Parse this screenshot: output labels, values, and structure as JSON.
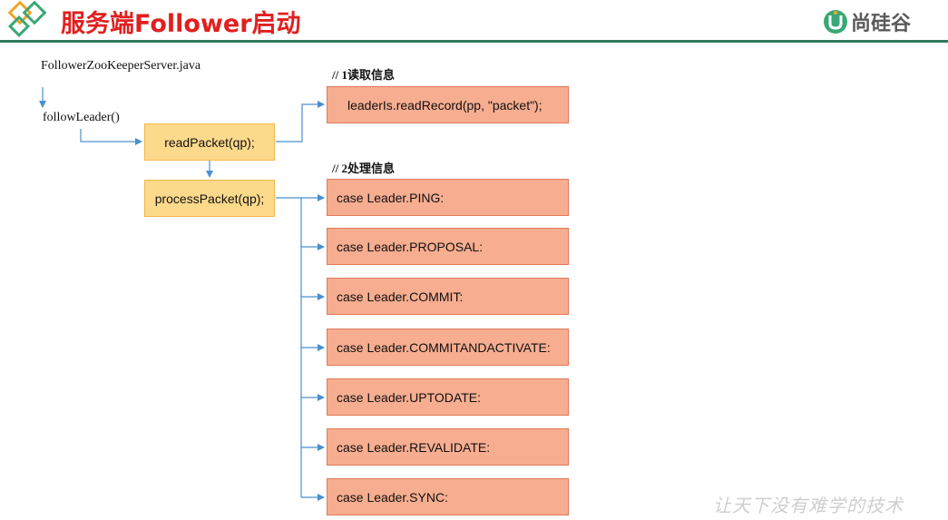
{
  "header": {
    "title": "服务端Follower启动",
    "brand": "尚硅谷"
  },
  "diagram": {
    "source_file": "FollowerZooKeeperServer.java",
    "method": "followLeader()",
    "read_packet": "readPacket(qp);",
    "process_packet": "processPacket(qp);",
    "note_read": "// 1读取信息",
    "note_process": "// 2处理信息",
    "read_record": "leaderIs.readRecord(pp, \"packet\");",
    "cases": [
      "case Leader.PING:",
      "case Leader.PROPOSAL:",
      "case Leader.COMMIT:",
      "case Leader.COMMITANDACTIVATE:",
      "case Leader.UPTODATE:",
      "case Leader.REVALIDATE:",
      "case Leader.SYNC:"
    ]
  },
  "footer": {
    "slogan": "让天下没有难学的技术"
  },
  "colors": {
    "title": "#e02020",
    "rule": "#2f7a5c",
    "connector": "#4a90d0",
    "method_box_fill": "#fdd98b",
    "case_box_fill": "#f7ad90"
  }
}
